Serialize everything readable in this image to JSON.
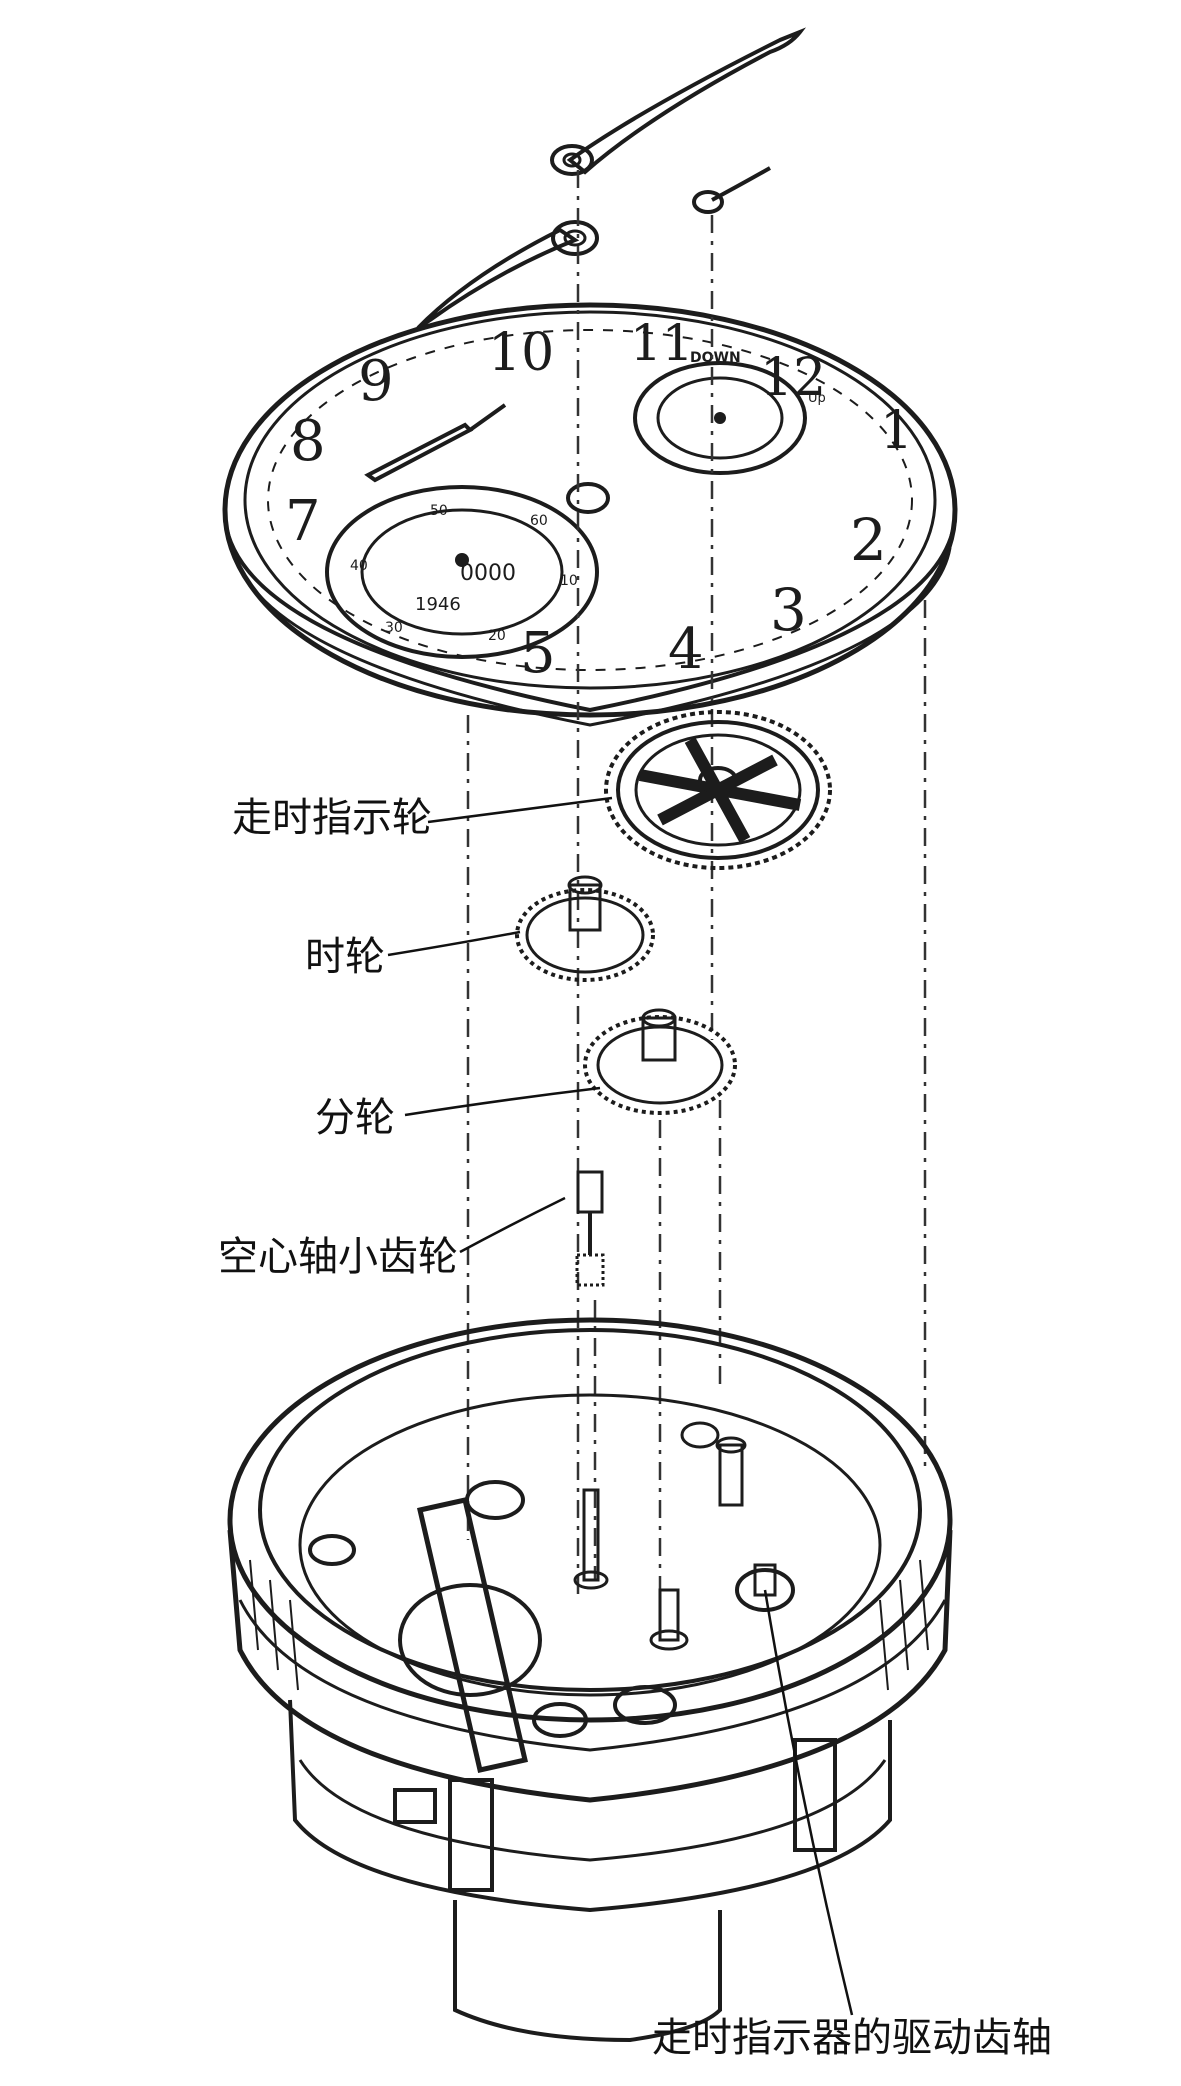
{
  "colors": {
    "ink": "#1c1c1c",
    "paper": "#ffffff"
  },
  "labels": {
    "hour_indicator_wheel": "走时指示轮",
    "hour_wheel": "时轮",
    "minute_wheel": "分轮",
    "cannon_pinion": "空心轴小齿轮",
    "hour_indicator_drive_pinion": "走时指示器的驱动齿轴"
  },
  "dial": {
    "numerals": [
      "1",
      "2",
      "3",
      "4",
      "5",
      "7",
      "8",
      "9",
      "10",
      "11",
      "12"
    ],
    "subdial_text": "DOWN",
    "subdial_up": "Up",
    "counter_digits": "0000",
    "counter_year": "1946",
    "counter_marks": [
      "10",
      "20",
      "30",
      "40",
      "50",
      "60"
    ]
  }
}
